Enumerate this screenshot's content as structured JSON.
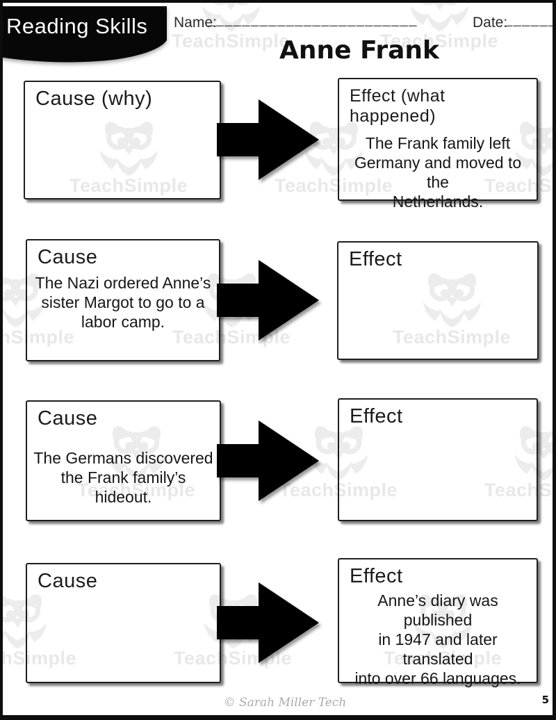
{
  "page": {
    "banner_title": "Reading Skills",
    "name_label": "Name:",
    "name_line": "________________________",
    "date_label": "Date:",
    "date_line": "________",
    "title": "Anne Frank",
    "page_number": "5",
    "credit": "© Sarah Miller Tech"
  },
  "watermark": {
    "text": "TeachSimple",
    "icon": "owl-logo-icon",
    "color": "#ebebeb"
  },
  "rows": [
    {
      "cause": {
        "heading": "Cause (why)",
        "body": []
      },
      "effect": {
        "heading": "Effect (what happened)",
        "body": [
          "The Frank family left",
          "Germany and moved to the",
          "Netherlands."
        ]
      }
    },
    {
      "cause": {
        "heading": "Cause",
        "body": [
          "The Nazi ordered Anne’s",
          "sister Margot to go to a",
          "labor camp."
        ]
      },
      "effect": {
        "heading": "Effect",
        "body": []
      }
    },
    {
      "cause": {
        "heading": "Cause",
        "body": [
          "The Germans discovered",
          "the Frank family’s hideout."
        ]
      },
      "effect": {
        "heading": "Effect",
        "body": []
      }
    },
    {
      "cause": {
        "heading": "Cause",
        "body": []
      },
      "effect": {
        "heading": "Effect",
        "body": [
          "Anne’s diary was published",
          "in 1947 and later translated",
          "into over 66 languages."
        ]
      }
    }
  ]
}
